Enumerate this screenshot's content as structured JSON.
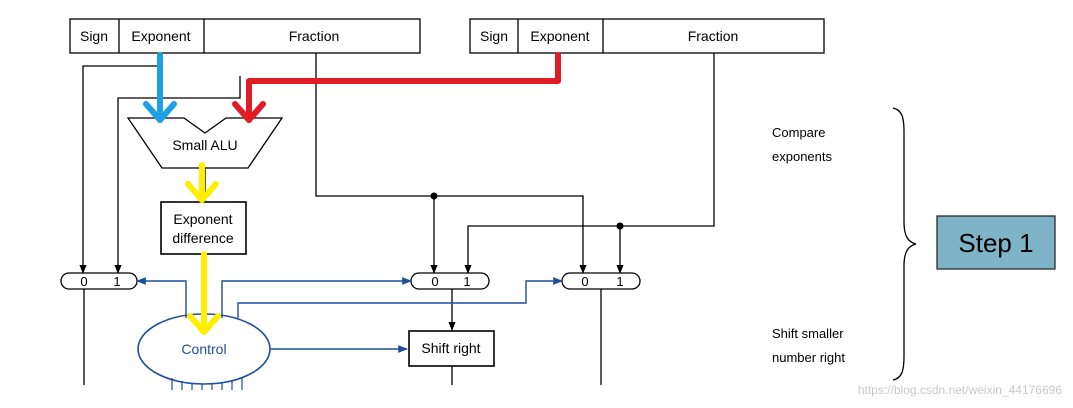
{
  "register_a": {
    "sign_label": "Sign",
    "exponent_label": "Exponent",
    "fraction_label": "Fraction"
  },
  "register_b": {
    "sign_label": "Sign",
    "exponent_label": "Exponent",
    "fraction_label": "Fraction"
  },
  "small_alu_label": "Small ALU",
  "exponent_difference": {
    "line1": "Exponent",
    "line2": "difference"
  },
  "mux_left": {
    "in0": "0",
    "in1": "1"
  },
  "mux_middle": {
    "in0": "0",
    "in1": "1"
  },
  "mux_right": {
    "in0": "0",
    "in1": "1"
  },
  "control_label": "Control",
  "shift_right_label": "Shift right",
  "annotations": {
    "compare_line1": "Compare",
    "compare_line2": "exponents",
    "shift_line1": "Shift smaller",
    "shift_line2": "number right"
  },
  "step_label": "Step 1",
  "watermark": "https://blog.csdn.net/weixin_44176696",
  "colors": {
    "control_blue": "#1f4e9a",
    "exponent_a_arrow": "#1ea0e6",
    "exponent_b_arrow": "#e01c24",
    "difference_arrow": "#ffee00",
    "step_box_fill": "#7fb3c8"
  }
}
